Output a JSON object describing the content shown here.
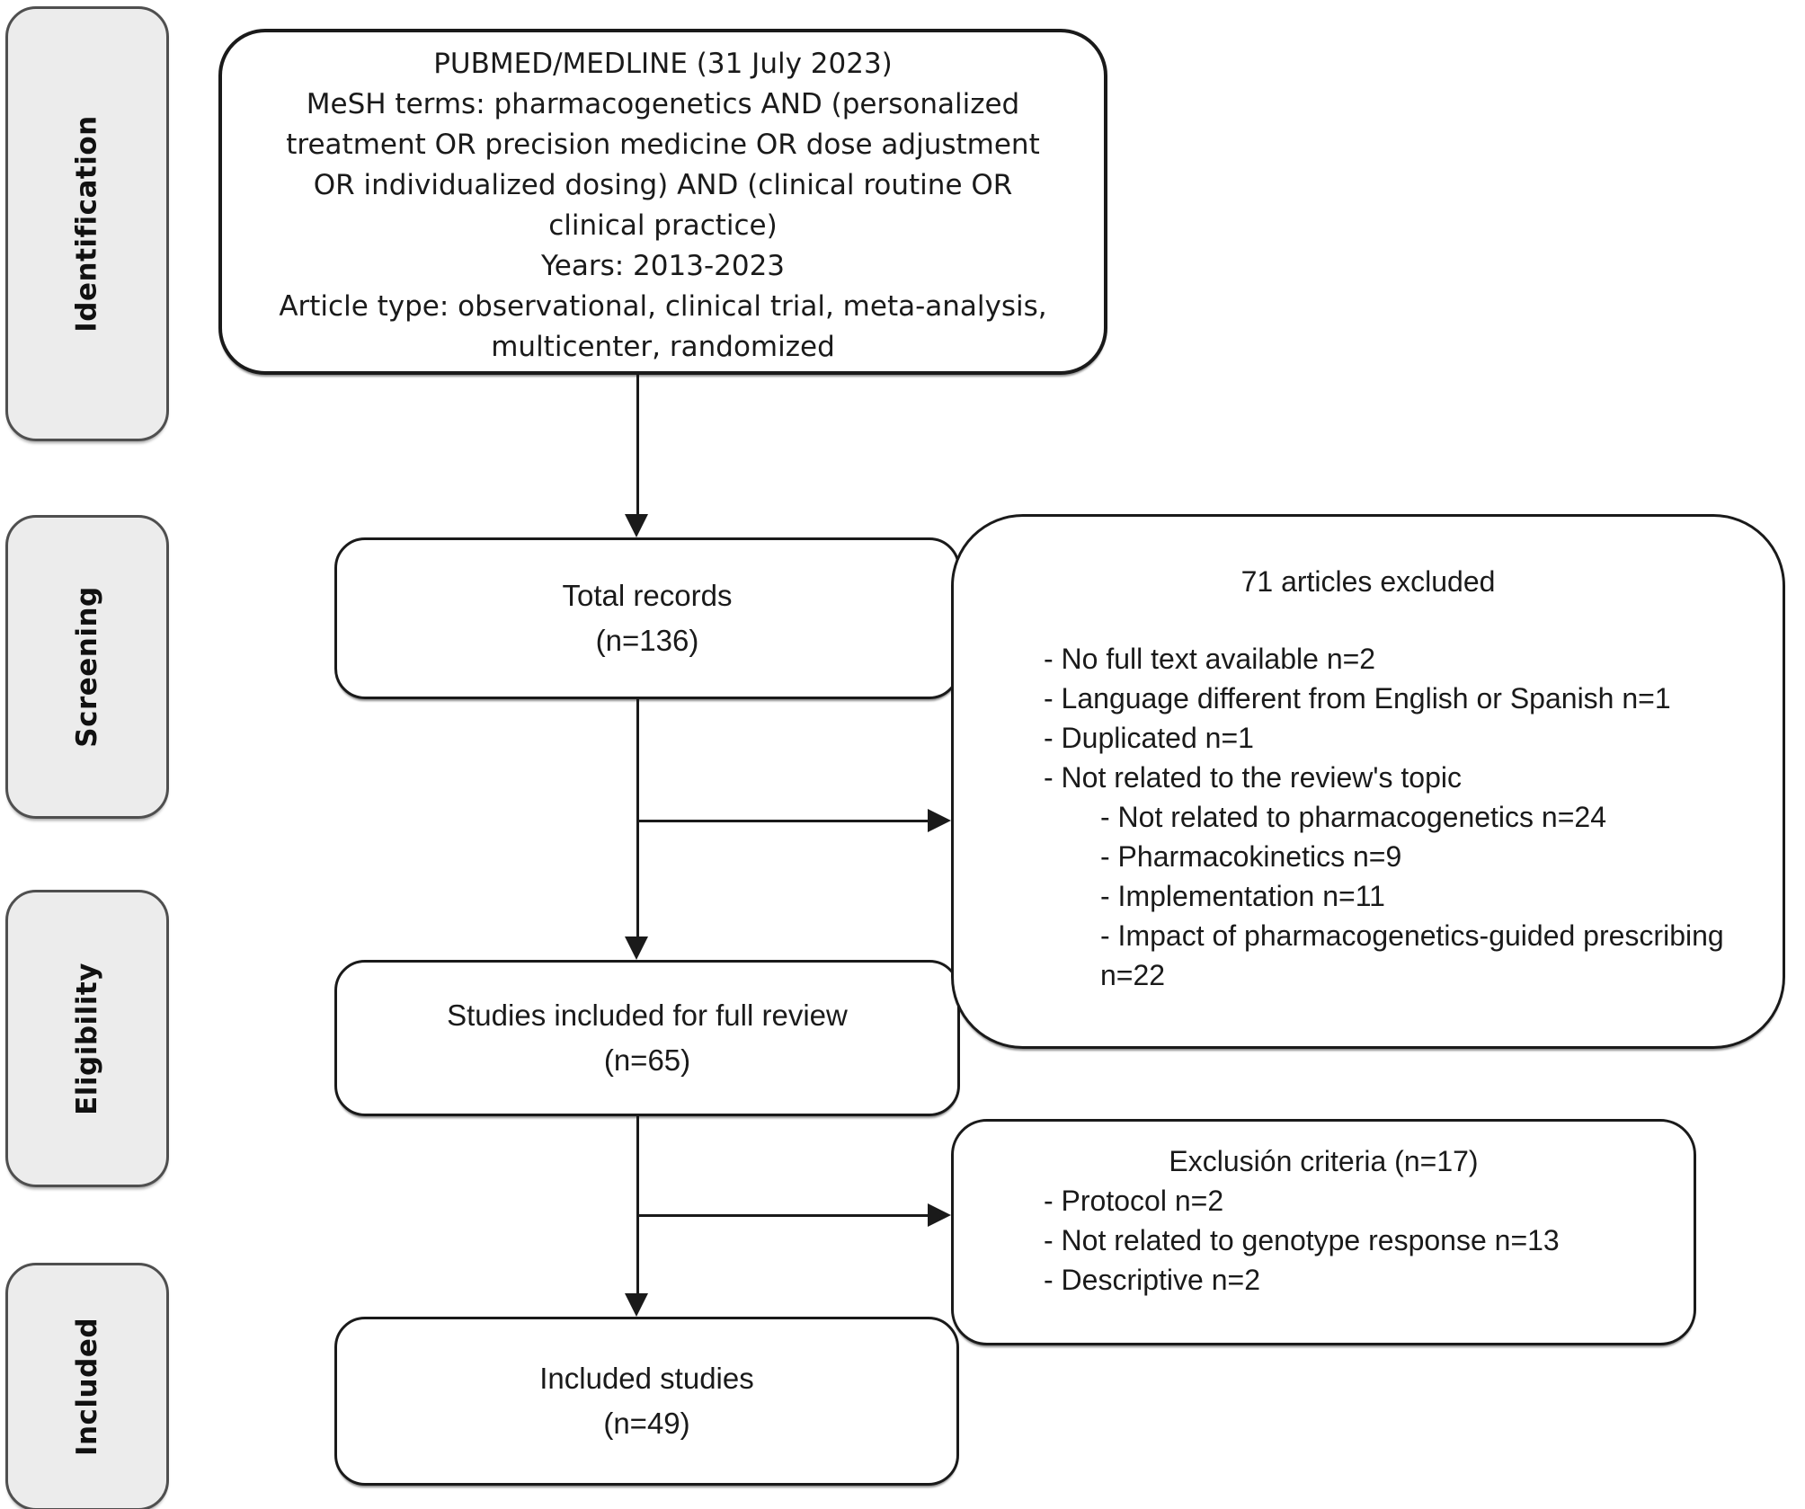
{
  "diagram": {
    "stages": [
      {
        "label": "Identification"
      },
      {
        "label": "Screening"
      },
      {
        "label": "Eligibility"
      },
      {
        "label": "Included"
      }
    ],
    "search_box": {
      "text": "PUBMED/MEDLINE (31 July 2023)\nMeSH terms: pharmacogenetics AND (personalized\ntreatment OR precision medicine OR dose adjustment\nOR individualized dosing) AND (clinical routine OR\nclinical practice)\nYears: 2013-2023\nArticle type: observational, clinical trial, meta-analysis,\nmulticenter, randomized"
    },
    "total_records_box": {
      "title": "Total records",
      "count": "(n=136)"
    },
    "full_review_box": {
      "title": "Studies included for full review",
      "count": "(n=65)"
    },
    "included_box": {
      "title": "Included studies",
      "count": "(n=49)"
    },
    "excluded_box": {
      "title": "71 articles excluded",
      "items": [
        {
          "text": "- No full text available n=2",
          "level": 0
        },
        {
          "text": "- Language different from English or Spanish n=1",
          "level": 0
        },
        {
          "text": "- Duplicated n=1",
          "level": 0
        },
        {
          "text": "- Not related to the review's topic",
          "level": 0
        },
        {
          "text": "- Not related to pharmacogenetics n=24",
          "level": 1
        },
        {
          "text": "- Pharmacokinetics n=9",
          "level": 1
        },
        {
          "text": "- Implementation n=11",
          "level": 1
        },
        {
          "text": "- Impact of pharmacogenetics-guided prescribing n=22",
          "level": 1
        }
      ]
    },
    "exclusion_criteria_box": {
      "title": "Exclusión criteria (n=17)",
      "items": [
        {
          "text": "- Protocol n=2"
        },
        {
          "text": "- Not related to genotype response n=13"
        },
        {
          "text": "- Descriptive n=2"
        }
      ]
    }
  },
  "colors": {
    "text": "#1a1a1a",
    "box-border": "#1a1a1a",
    "box-fill": "#ffffff",
    "stage-fill": "#ececec",
    "stage-border": "#4f4f4f",
    "connector": "#1a1a1a",
    "background": "#ffffff"
  }
}
